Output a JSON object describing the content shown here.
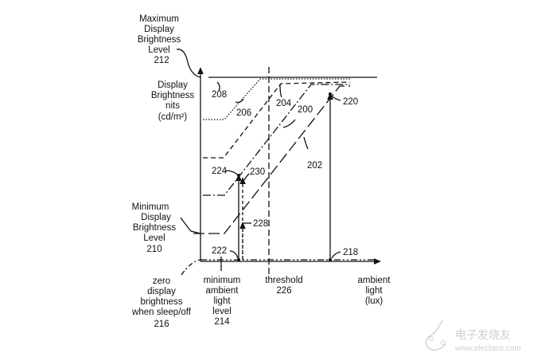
{
  "labels": {
    "max_level": [
      "Maximum",
      "Display",
      "Brightness",
      "Level",
      "212"
    ],
    "y_axis": [
      "Display",
      "Brightness",
      "nits",
      "(cd/m²)"
    ],
    "min_level": [
      "Minimum",
      "Display",
      "Brightness",
      "Level",
      "210"
    ],
    "zero": [
      "zero",
      "display",
      "brightness",
      "when sleep/off",
      "216"
    ],
    "min_ambient": [
      "minimum",
      "ambient",
      "light",
      "level",
      "214"
    ],
    "threshold": [
      "threshold",
      "226"
    ],
    "x_axis": [
      "ambient",
      "light",
      "(lux)"
    ]
  },
  "refs": {
    "r208": "208",
    "r206": "206",
    "r204": "204",
    "r200": "200",
    "r202": "202",
    "r220": "220",
    "r224": "224",
    "r230": "230",
    "r228": "228",
    "r222": "222",
    "r218": "218"
  },
  "watermark": {
    "cn": "电子发烧友",
    "url": "www.elecfans.com"
  }
}
